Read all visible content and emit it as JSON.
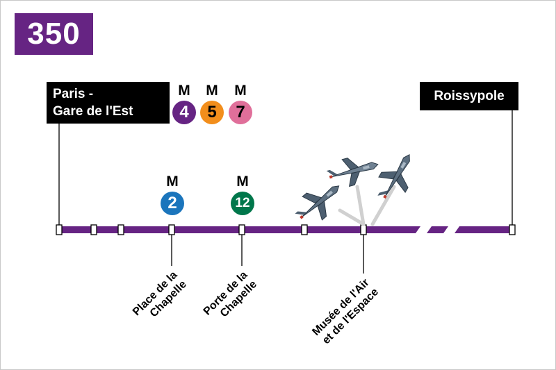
{
  "line": {
    "number": "350",
    "color": "#662483"
  },
  "termini": {
    "start": {
      "line1": "Paris -",
      "line2": "Gare de l'Est"
    },
    "end": {
      "name": "Roissypole"
    }
  },
  "connections": {
    "start": [
      {
        "mode": "M",
        "line": "4",
        "color": "#662483",
        "text_color": "#ffffff"
      },
      {
        "mode": "M",
        "line": "5",
        "color": "#f28e1c",
        "text_color": "#000000"
      },
      {
        "mode": "M",
        "line": "7",
        "color": "#e06f9a",
        "text_color": "#000000"
      }
    ],
    "place_de_la_chapelle": {
      "mode": "M",
      "line": "2",
      "color": "#1b75bc",
      "text_color": "#ffffff"
    },
    "porte_de_la_chapelle": {
      "mode": "M",
      "line": "12",
      "color": "#00774b",
      "text_color": "#ffffff"
    }
  },
  "stops": {
    "place_de_la_chapelle": {
      "line1": "Place de la",
      "line2": "Chapelle"
    },
    "porte_de_la_chapelle": {
      "line1": "Porte de la",
      "line2": "Chapelle"
    },
    "musee": {
      "line1": "Musée de l'Air",
      "line2": "et de l'Espace"
    }
  },
  "icons": {
    "musee": "jet-planes-icon"
  }
}
